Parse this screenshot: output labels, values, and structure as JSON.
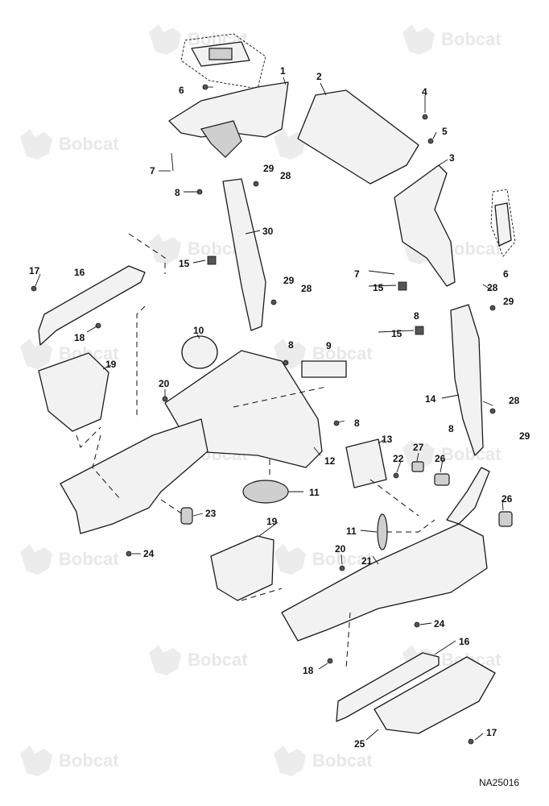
{
  "watermark": {
    "text": "Bobcat"
  },
  "reference_code": "NA25016",
  "callouts": [
    "1",
    "2",
    "3",
    "4",
    "5",
    "6",
    "7",
    "8",
    "9",
    "10",
    "11",
    "12",
    "13",
    "14",
    "15",
    "16",
    "17",
    "18",
    "19",
    "20",
    "21",
    "22",
    "23",
    "24",
    "25",
    "26",
    "27",
    "28",
    "29",
    "30"
  ]
}
